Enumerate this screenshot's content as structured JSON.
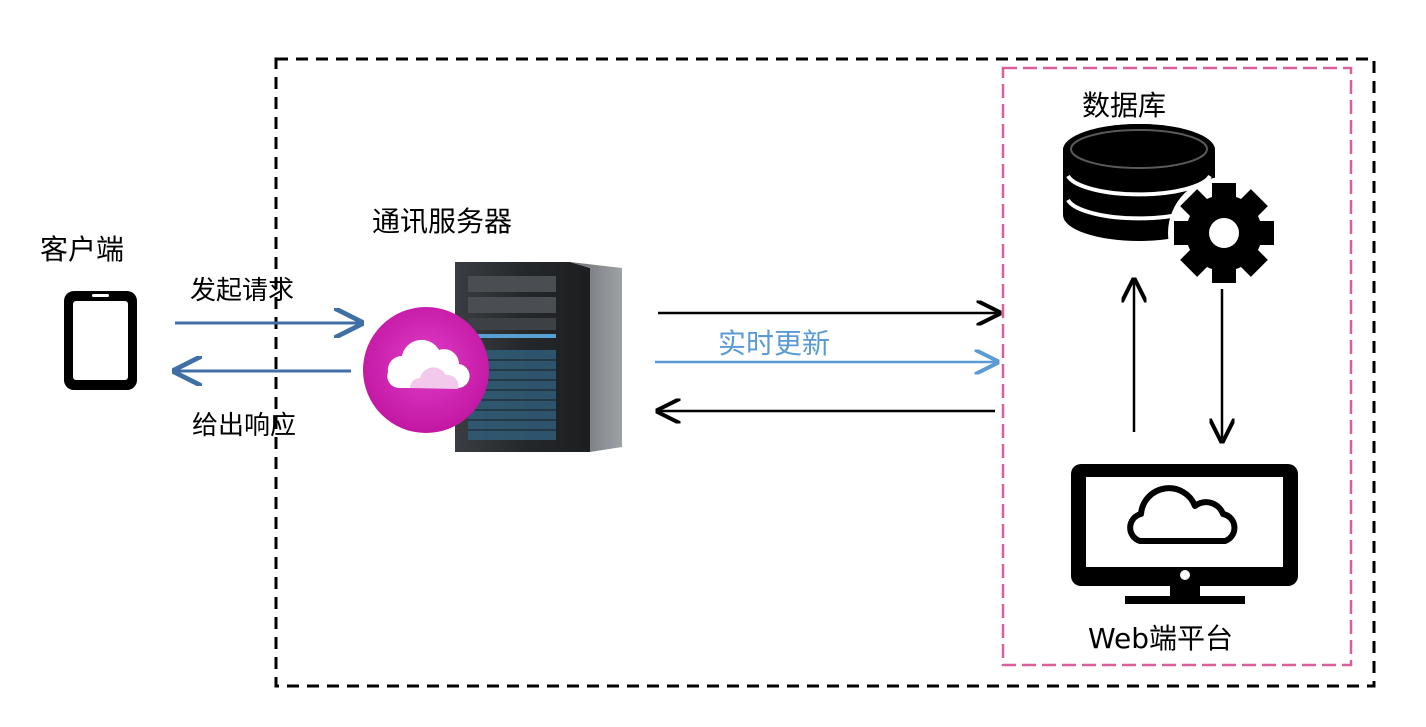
{
  "labels": {
    "client": "客户端",
    "server": "通讯服务器",
    "request": "发起请求",
    "response": "给出响应",
    "realtime_update": "实时更新",
    "database": "数据库",
    "web_platform": "Web端平台"
  },
  "colors": {
    "outer_border": "#000000",
    "inner_border": "#d9609a",
    "client_arrows": "#3f6fa5",
    "realtime_arrow": "#5b9bd5",
    "realtime_text": "#5b9bd5",
    "black_arrows": "#000000",
    "server_badge": "#d318b6",
    "icon_black": "#000000"
  }
}
